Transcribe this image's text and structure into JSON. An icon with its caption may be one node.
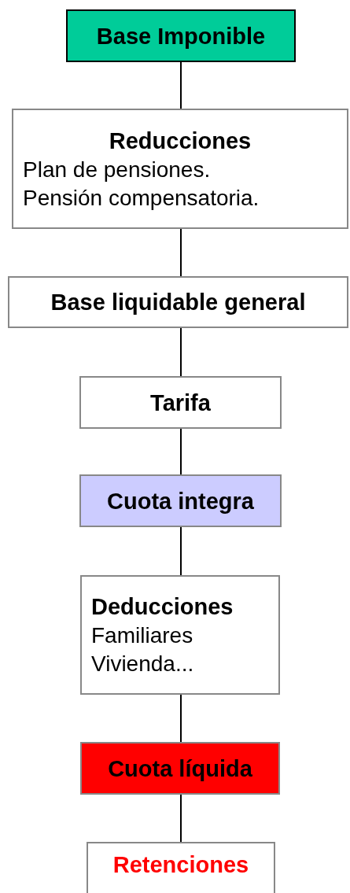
{
  "diagram": {
    "nodes": [
      {
        "text": [
          "Base Imponible"
        ]
      },
      {
        "text": [
          "Reducciones",
          "Plan de pensiones.",
          "Pensión compensatoria."
        ]
      },
      {
        "text": [
          "Base liquidable general"
        ]
      },
      {
        "text": [
          "Tarifa"
        ]
      },
      {
        "text": [
          "Cuota integra"
        ]
      },
      {
        "text": [
          "Deducciones",
          "Familiares",
          "Vivienda..."
        ]
      },
      {
        "text": [
          "Cuota líquida"
        ]
      },
      {
        "text": [
          "Retenciones"
        ]
      }
    ],
    "edges": [
      {
        "from": 0,
        "to": 1,
        "arrow": "none"
      },
      {
        "from": 1,
        "to": 2,
        "arrow": "none"
      },
      {
        "from": 2,
        "to": 3,
        "arrow": "none"
      },
      {
        "from": 3,
        "to": 4,
        "arrow": "none"
      },
      {
        "from": 4,
        "to": 5,
        "arrow": "none"
      },
      {
        "from": 5,
        "to": 6,
        "arrow": "none"
      },
      {
        "from": 6,
        "to": 7,
        "arrow": "none"
      }
    ]
  }
}
